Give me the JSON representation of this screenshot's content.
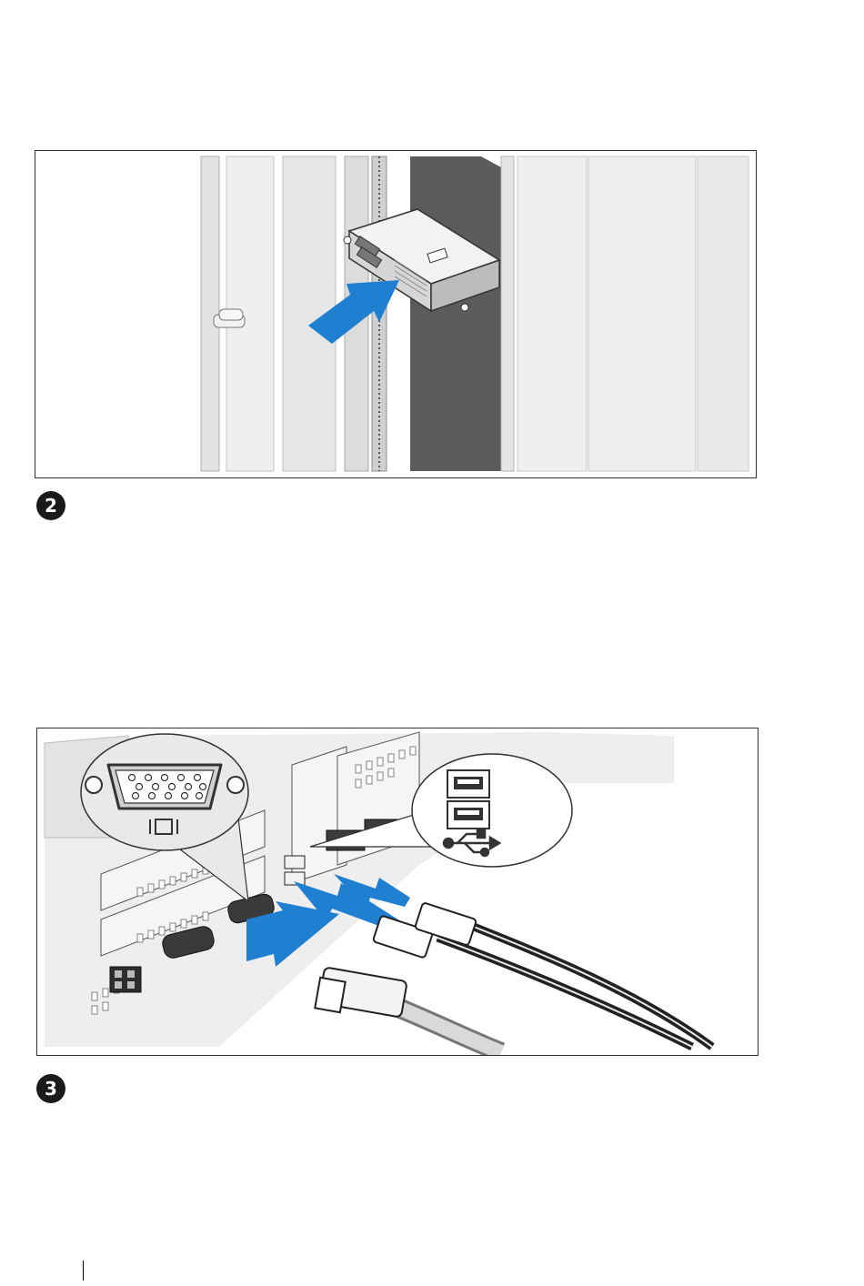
{
  "steps": [
    {
      "number": "2"
    },
    {
      "number": "3"
    }
  ],
  "figures": [
    {
      "name": "rack-install-illustration",
      "arrow_color": "#1f7fd1"
    },
    {
      "name": "rear-panel-cable-illustration",
      "arrow_color": "#1f7fd1"
    }
  ],
  "callouts": {
    "vga_icon": "vga-connector-icon",
    "usb_icon": "usb-trident-icon"
  },
  "colors": {
    "accent_blue": "#1f7fd1",
    "badge": "#1a1a1a",
    "rack_gray": "#d9d9d9",
    "dark_gray": "#5a5a5a"
  }
}
